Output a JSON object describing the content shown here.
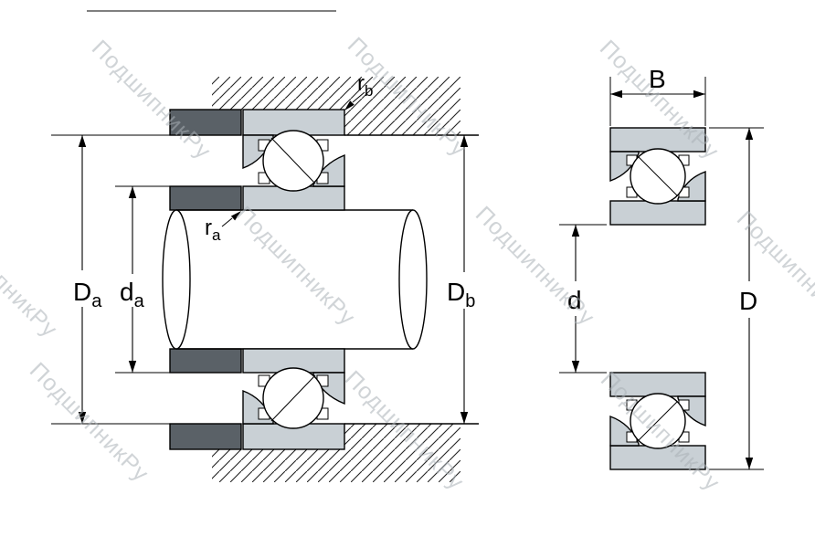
{
  "watermark": {
    "text": "ПодшипникРу"
  },
  "dimensions": {
    "Da": {
      "main": "D",
      "sub": "a"
    },
    "da": {
      "main": "d",
      "sub": "a"
    },
    "Db": {
      "main": "D",
      "sub": "b"
    },
    "ra": {
      "main": "r",
      "sub": "a"
    },
    "rb": {
      "main": "r",
      "sub": "b"
    },
    "B": {
      "main": "B",
      "sub": ""
    },
    "d": {
      "main": "d",
      "sub": ""
    },
    "D": {
      "main": "D",
      "sub": ""
    }
  },
  "colors": {
    "ring_fill": "#c9d0d5",
    "spacer_fill": "#5a6167",
    "line": "#000000",
    "watermark": "#a9b0b6",
    "background": "#ffffff"
  }
}
